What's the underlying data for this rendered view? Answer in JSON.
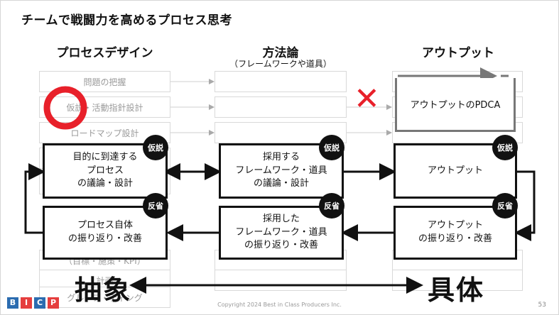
{
  "title": "チームで戦闘力を高めるプロセス思考",
  "columns": {
    "process": "プロセスデザイン",
    "method": "方法論",
    "method_sub": "（フレームワークや道具）",
    "output": "アウトプット"
  },
  "ghost_items": {
    "r1": "問題の把握",
    "r2": "仮説・活動指針設計",
    "r3": "ロードマップ設計",
    "r6": "（目標・施策・KPI）",
    "r7": "計画",
    "r8": "グループ・ティング"
  },
  "boxes": {
    "process_top": "目的に到達する\nプロセス\nの議論・設計",
    "process_bottom": "プロセス自体\nの振り返り・改善",
    "method_top": "採用する\nフレームワーク・道具\nの議論・設計",
    "method_bottom": "採用した\nフレームワーク・道具\nの振り返り・改善",
    "output_top": "アウトプット",
    "output_bottom": "アウトプット\nの振り返り・改善",
    "output_pdca": "アウトプットのPDCA"
  },
  "badges": {
    "hypothesis": "仮説",
    "reflection": "反省"
  },
  "big_words": {
    "abstract": "抽象",
    "concrete": "具体"
  },
  "marks": {
    "cross": "✕"
  },
  "logo": [
    "B",
    "I",
    "C",
    "P"
  ],
  "logo_colors": [
    "#2b6cb0",
    "#e53e3e",
    "#2b6cb0",
    "#e53e3e"
  ],
  "copyright": "Copyright 2024 Best in Class Producers Inc.",
  "page_number": "53",
  "colors": {
    "red": "#e8202a",
    "ink": "#111111",
    "gray": "#777777"
  }
}
